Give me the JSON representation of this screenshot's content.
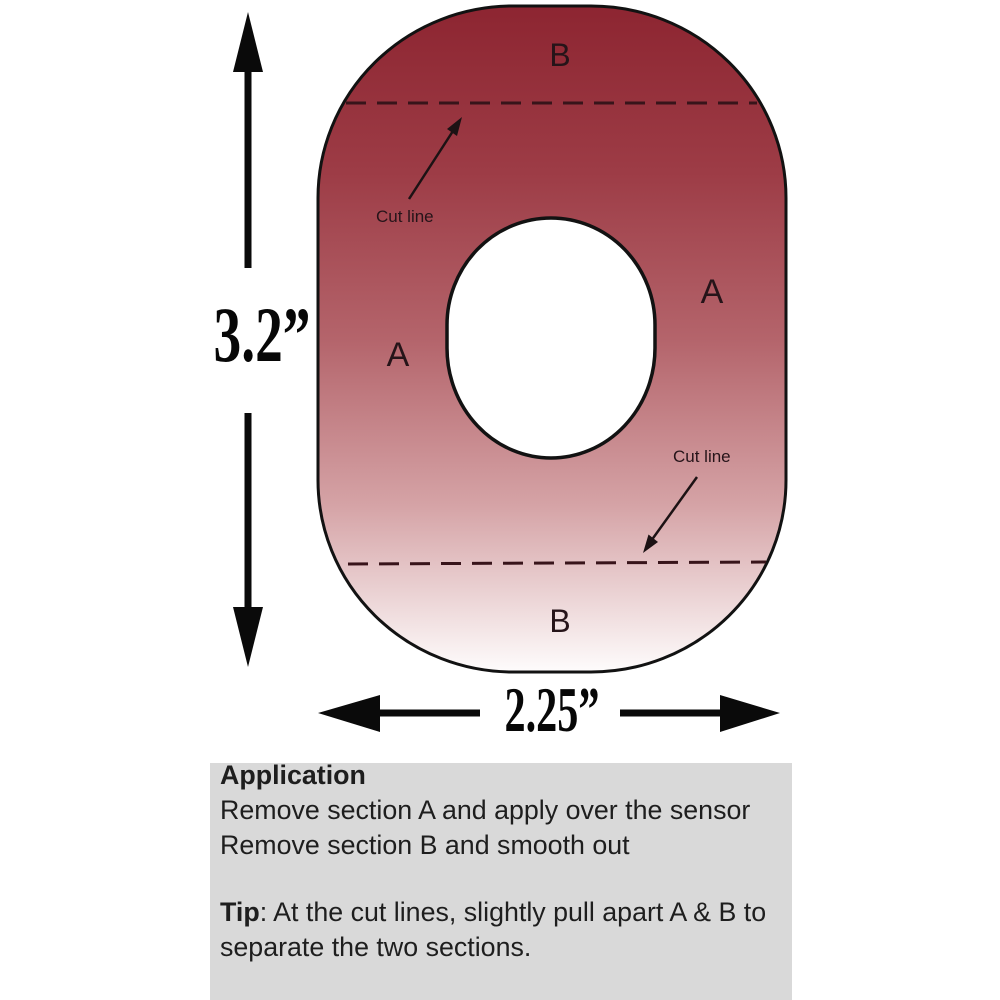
{
  "diagram": {
    "section_labels": {
      "b_top": "B",
      "b_bottom": "B",
      "a_left": "A",
      "a_right": "A"
    },
    "cut_line_top_label": "Cut line",
    "cut_line_bottom_label": "Cut line",
    "height_dimension": "3.2”",
    "width_dimension": "2.25”",
    "colors": {
      "patch_gradient_top": "#8d2531",
      "patch_gradient_bottom": "#fefcfc",
      "outline": "#121212"
    }
  },
  "info_box": {
    "heading": "Application",
    "instructions": [
      "Remove section A and apply over the sensor",
      "Remove section B and smooth out"
    ],
    "tip_label": "Tip",
    "tip_text": ": At the cut lines, slightly pull apart A & B to separate the two sections.",
    "background_color": "#d9d9d9"
  }
}
